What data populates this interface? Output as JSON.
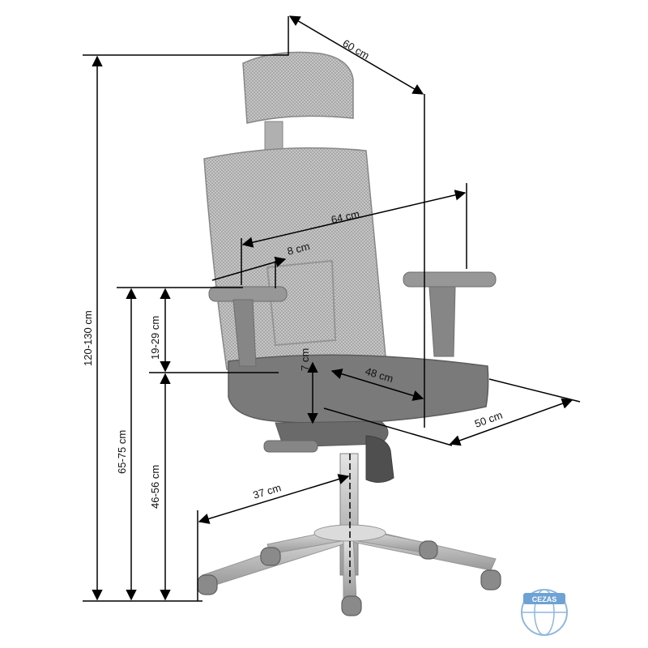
{
  "dimensions": {
    "depth_total": "60 cm",
    "armrest_span": "64 cm",
    "armrest_adjust": "8 cm",
    "seat_depth": "48 cm",
    "seat_width": "50 cm",
    "seat_adjust": "7 cm",
    "base_radius": "37 cm",
    "total_height": "120-130 cm",
    "armrest_height": "65-75 cm",
    "armrest_above_seat": "19-29 cm",
    "seat_height": "46-56 cm"
  },
  "logo": {
    "text": "CEZAS"
  },
  "colors": {
    "chair": "#9a9a9a",
    "chair_dark": "#4a4a4a",
    "line": "#000000",
    "logo": "#8fb7dd"
  }
}
